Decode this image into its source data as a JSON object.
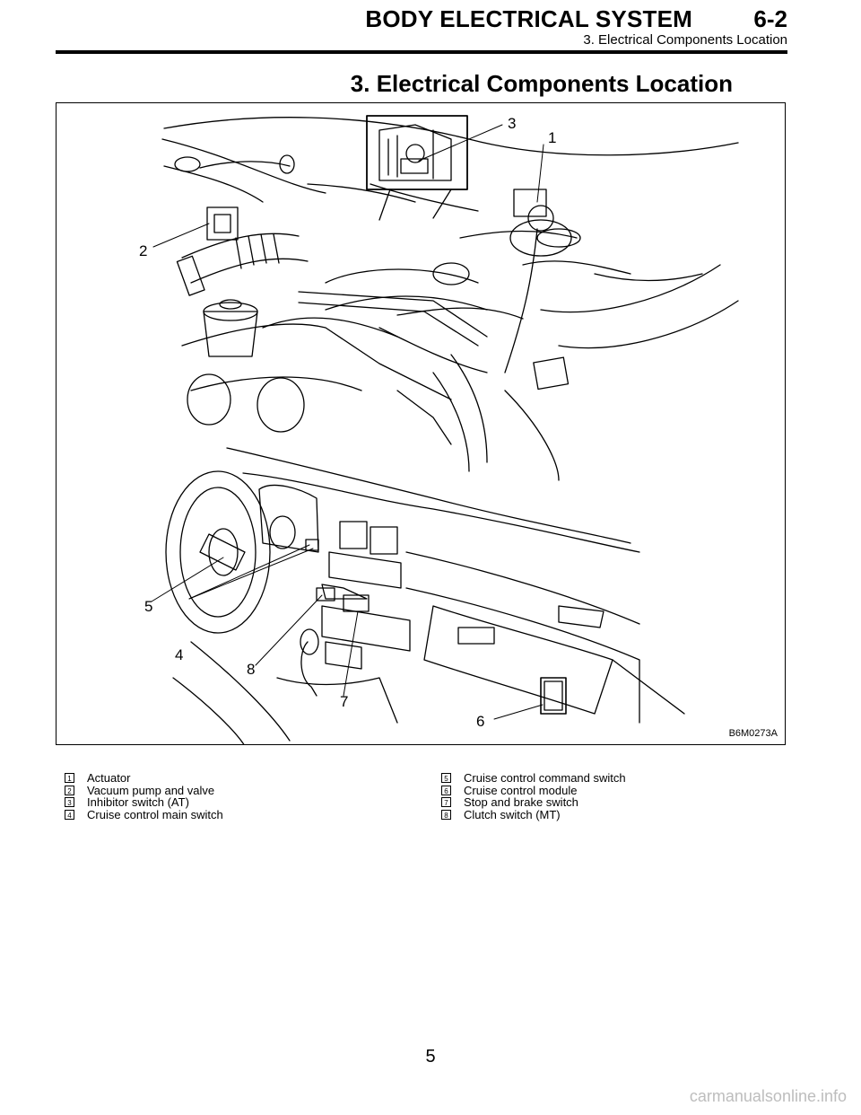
{
  "header": {
    "section": "BODY ELECTRICAL SYSTEM",
    "chapter": "6-2",
    "subtitle": "3. Electrical Components Location"
  },
  "page_title": "3. Electrical Components Location",
  "figure": {
    "code": "B6M0273A",
    "callouts": [
      "1",
      "2",
      "3",
      "4",
      "5",
      "6",
      "7",
      "8"
    ]
  },
  "legend": {
    "left": [
      {
        "num": "1",
        "label": "Actuator"
      },
      {
        "num": "2",
        "label": "Vacuum pump and valve"
      },
      {
        "num": "3",
        "label": "Inhibitor switch (AT)"
      },
      {
        "num": "4",
        "label": "Cruise control main switch"
      }
    ],
    "right": [
      {
        "num": "5",
        "label": "Cruise control command switch"
      },
      {
        "num": "6",
        "label": "Cruise control module"
      },
      {
        "num": "7",
        "label": "Stop and brake switch"
      },
      {
        "num": "8",
        "label": "Clutch switch (MT)"
      }
    ]
  },
  "page_number": "5",
  "watermark": "carmanualsonline.info"
}
